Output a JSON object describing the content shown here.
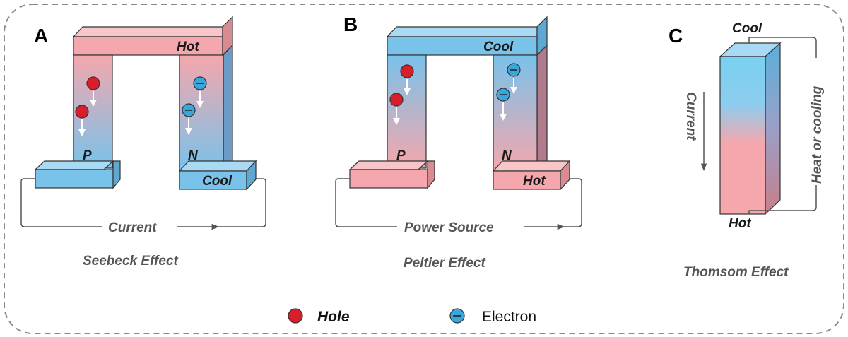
{
  "colors": {
    "hot": "#f4a7ad",
    "cool": "#79c2ea",
    "hole": "#d81e2a",
    "electron": "#3aa7dc",
    "outline": "#333333",
    "border": "#8a8a8a"
  },
  "panels": {
    "a": {
      "letter": "A",
      "top_label": "Hot",
      "bottom_right_label": "Cool",
      "left_leg": "P",
      "right_leg": "N",
      "wire_label": "Current",
      "caption": "Seebeck Effect"
    },
    "b": {
      "letter": "B",
      "top_label": "Cool",
      "bottom_right_label": "Hot",
      "left_leg": "P",
      "right_leg": "N",
      "wire_label": "Power Source",
      "caption": "Peltier Effect"
    },
    "c": {
      "letter": "C",
      "top_label": "Cool",
      "bottom_label": "Hot",
      "current_label": "Current",
      "side_label": "Heat or cooling",
      "caption": "Thomsom Effect"
    }
  },
  "legend": {
    "hole": "Hole",
    "electron": "Electron"
  }
}
